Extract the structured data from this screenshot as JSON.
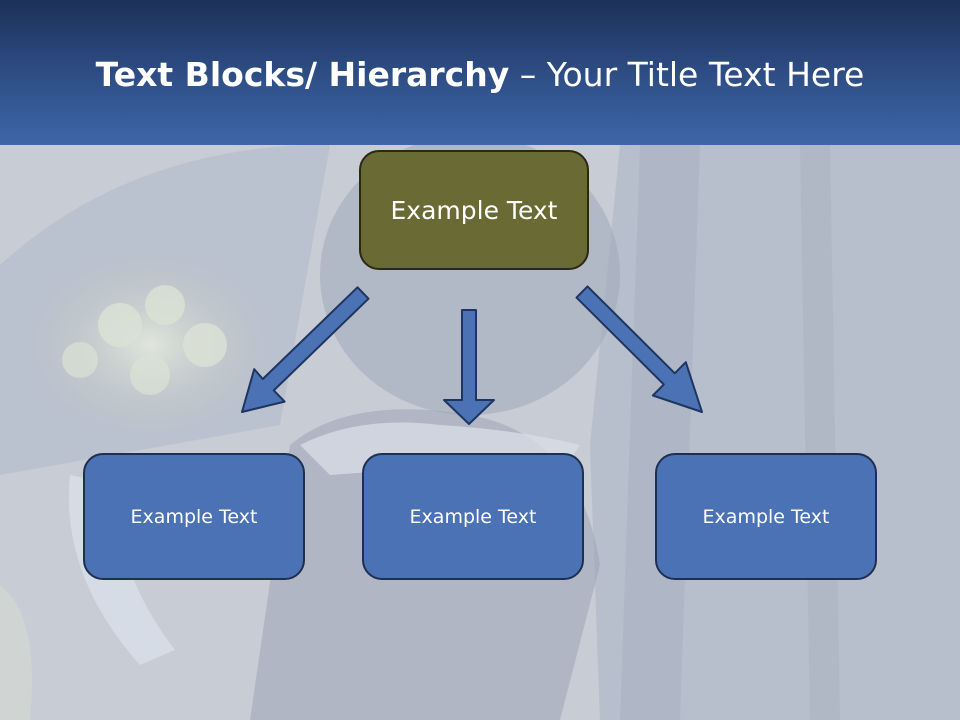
{
  "slide": {
    "title_bold": "Text Blocks/ Hierarchy",
    "title_separator": " – ",
    "title_regular": "Your Title Text Here"
  },
  "diagram": {
    "top_node": {
      "label": "Example Text"
    },
    "children": [
      {
        "label": "Example Text"
      },
      {
        "label": "Example Text"
      },
      {
        "label": "Example Text"
      }
    ]
  },
  "colors": {
    "header_dark": "#1d3158",
    "header_light": "#3e66a8",
    "top_node_fill": "#6a6a34",
    "child_node_fill": "#4a72b4",
    "arrow_fill": "#4a72b4",
    "arrow_stroke": "#1f3560"
  }
}
